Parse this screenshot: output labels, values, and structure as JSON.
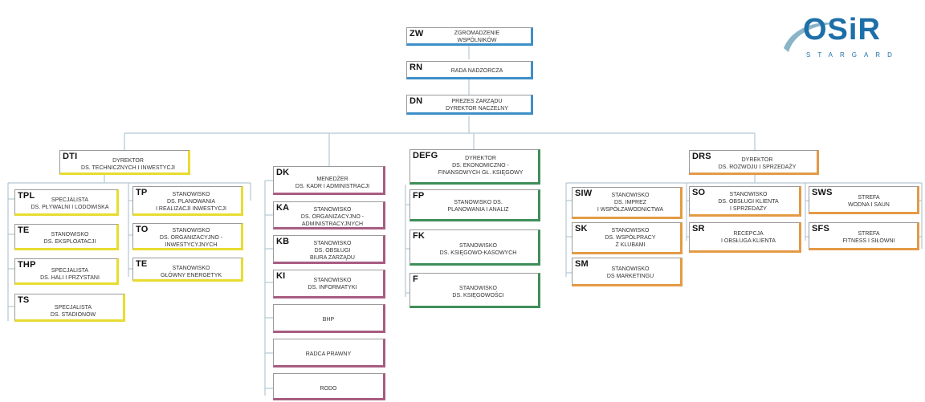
{
  "logo": {
    "main": "OSiR",
    "sub": "STARGARD"
  },
  "nodes": {
    "zw": {
      "code": "ZW",
      "label": "ZGROMADZENIE\nWSPÓLNIKÓW"
    },
    "rn": {
      "code": "RN",
      "label": "RADA NADZORCZA"
    },
    "dn": {
      "code": "DN",
      "label": "PREZES ZARZĄDU\nDYREKTOR NACZELNY"
    },
    "dti": {
      "code": "DTI",
      "label": "DYREKTOR\nDS. TECHNICZNYCH I INWESTYCJI"
    },
    "tpl": {
      "code": "TPL",
      "label": "SPECJALISTA\nDS. PŁYWALNI I LODOWISKA"
    },
    "te1": {
      "code": "TE",
      "label": "STANOWISKO\nDS. EKSPLOATACJI"
    },
    "thp": {
      "code": "THP",
      "label": "SPECJALISTA\nDS. HALI I PRZYSTANI"
    },
    "ts": {
      "code": "TS",
      "label": "SPECJALISTA\nDS. STADIONÓW"
    },
    "tp": {
      "code": "TP",
      "label": "STANOWISKO\nDS. PLANOWANIA\nI REALIZACJI INWESTYCJI"
    },
    "to": {
      "code": "TO",
      "label": "STANOWISKO\nDS. ORGANIZACYJNO -\nINWESTYCYJNYCH"
    },
    "te2": {
      "code": "TE",
      "label": "STANOWISKO\nGŁÓWNY ENERGETYK"
    },
    "dk": {
      "code": "DK",
      "label": "MENEDŻER\nDS. KADR I ADMINISTRACJI"
    },
    "ka": {
      "code": "KA",
      "label": "STANOWISKO\nDS. ORGANIZACYJNO -\nADMINISTRACYJNYCH"
    },
    "kb": {
      "code": "KB",
      "label": "STANOWISKO\nDS. OBSŁUGI\nBIURA ZARZĄDU"
    },
    "ki": {
      "code": "KI",
      "label": "STANOWISKO\nDS. INFORMATYKI"
    },
    "bhp": {
      "code": "",
      "label": "BHP"
    },
    "radca": {
      "code": "",
      "label": "RADCA PRAWNY"
    },
    "rodo": {
      "code": "",
      "label": "RODO"
    },
    "defg": {
      "code": "DEFG",
      "label": "DYREKTOR\nDS. EKONOMICZNO -\nFINANSOWYCH GŁ. KSIĘGOWY"
    },
    "fp": {
      "code": "FP",
      "label": "STANOWISKO DS.\nPLANOWANIA I ANALIZ"
    },
    "fk": {
      "code": "FK",
      "label": "STANOWISKO\nDS. KSIĘGOWO-KASOWYCH"
    },
    "f": {
      "code": "F",
      "label": "STANOWISKO\nDS. KSIĘGOWOŚCI"
    },
    "drs": {
      "code": "DRS",
      "label": "DYREKTOR\nDS. ROZWOJU I SPRZEDAŻY"
    },
    "siw": {
      "code": "SIW",
      "label": "STANOWISKO\nDS. IMPREZ\nI WSPÓŁZAWODNICTWA"
    },
    "sk": {
      "code": "SK",
      "label": "STANOWISKO\nDS. WSPÓŁPRACY\nZ KLUBAMI"
    },
    "sm": {
      "code": "SM",
      "label": "STANOWISKO\nDS MARKETINGU"
    },
    "so": {
      "code": "SO",
      "label": "STANOWISKO\nDS. OBSŁUGI KLIENTA\nI SPRZEDAŻY"
    },
    "sr": {
      "code": "SR",
      "label": "RECEPCJA\nI OBSŁUGA KLIENTA"
    },
    "sws": {
      "code": "SWS",
      "label": "STREFA\nWODNA I SAUN"
    },
    "sfs": {
      "code": "SFS",
      "label": "STREFA\nFITNESS I SIŁOWNI"
    }
  }
}
